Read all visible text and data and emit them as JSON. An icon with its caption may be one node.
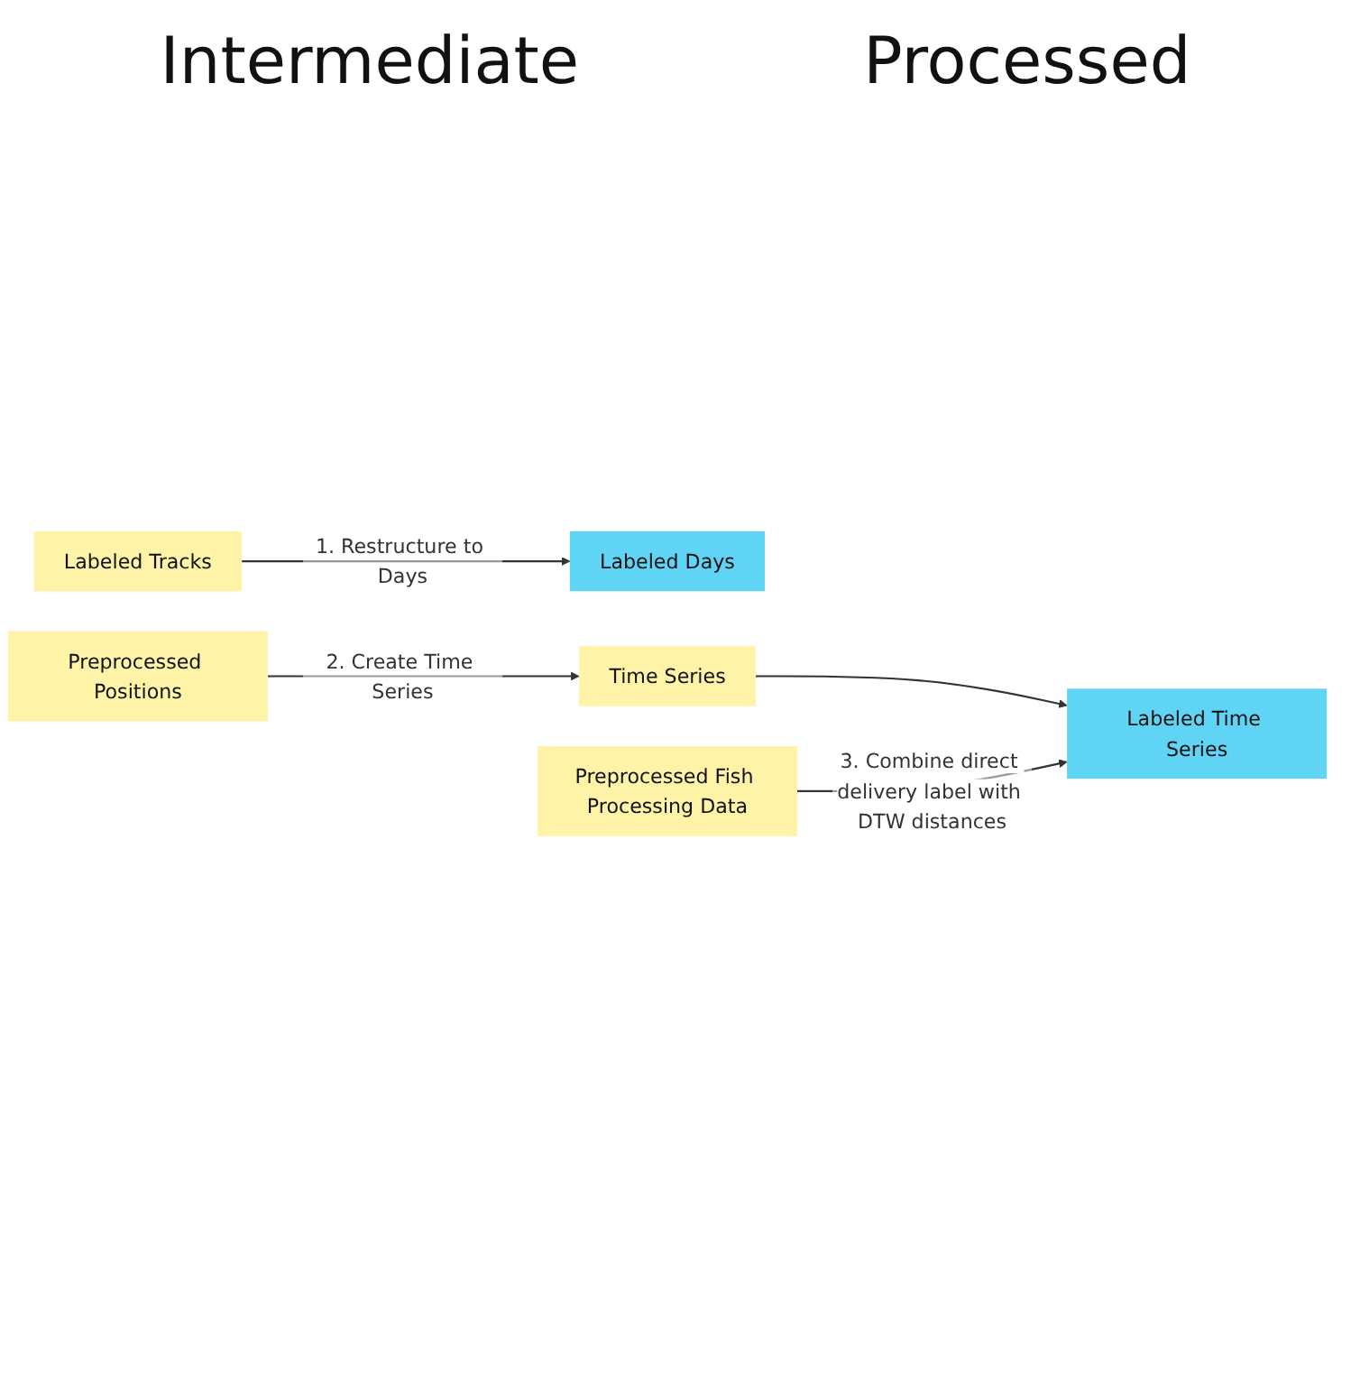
{
  "diagram": {
    "nodes": [
      {
        "text": [
          "Labeled Tracks"
        ]
      },
      {
        "text": [
          "Labeled Days"
        ]
      },
      {
        "text": [
          "Preprocessed Positions"
        ]
      },
      {
        "text": [
          "Time Series"
        ]
      },
      {
        "text": [
          "Preprocessed Fish Processing Data"
        ]
      },
      {
        "text": [
          "Labeled Time Series"
        ]
      }
    ],
    "edges": [
      {
        "from": 0,
        "to": 1,
        "arrow": "to",
        "label": "1. Restructure to Days"
      },
      {
        "from": 2,
        "to": 3,
        "arrow": "to",
        "label": "2. Create Time Series"
      },
      {
        "from": 3,
        "to": 5,
        "arrow": "to"
      },
      {
        "from": 4,
        "to": 5,
        "arrow": "to",
        "label": "3. Combine direct delivery label with DTW distances"
      }
    ],
    "labels": [
      "Intermediate",
      "Processed"
    ]
  }
}
